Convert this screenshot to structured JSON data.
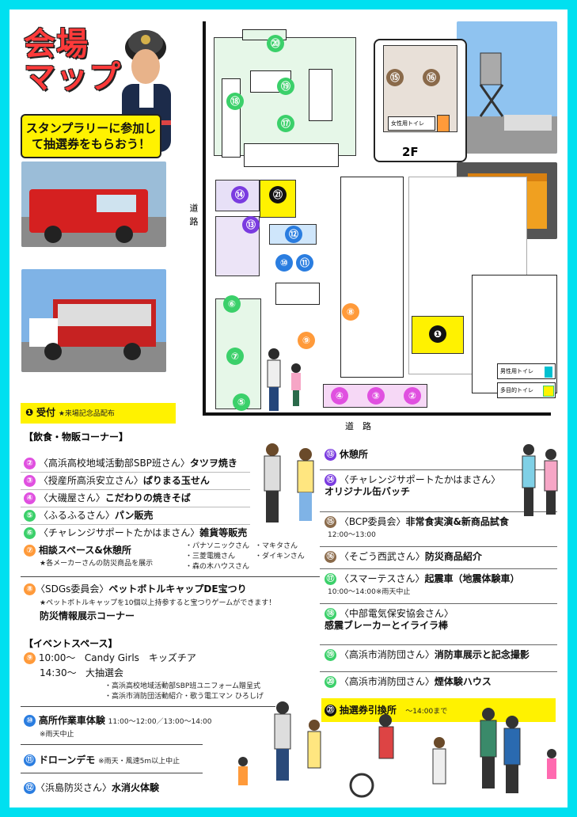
{
  "header": {
    "title_line1": "会場",
    "title_line2": "マップ",
    "banner": "スタンプラリーに参加して抽選券をもらおう！"
  },
  "map": {
    "road_left": "道路",
    "road_bottom": "道　路",
    "floor_label": "2F",
    "toilet_women": "女性用トイレ",
    "toilet_men": "男性用トイレ",
    "toilet_multi": "多目的トイレ",
    "markers": [
      {
        "n": "⑳",
        "color": "#3bd06a"
      },
      {
        "n": "⑲",
        "color": "#3bd06a"
      },
      {
        "n": "⑱",
        "color": "#3bd06a"
      },
      {
        "n": "⑰",
        "color": "#3bd06a"
      },
      {
        "n": "⑯",
        "color": "#8a6a4a"
      },
      {
        "n": "⑮",
        "color": "#8a6a4a"
      },
      {
        "n": "⑭",
        "color": "#7a3be0"
      },
      {
        "n": "㉑",
        "color": "#111"
      },
      {
        "n": "⑬",
        "color": "#7a3be0"
      },
      {
        "n": "⑫",
        "color": "#2a7de0"
      },
      {
        "n": "⑩",
        "color": "#2a7de0"
      },
      {
        "n": "⑪",
        "color": "#2a7de0"
      },
      {
        "n": "⑥",
        "color": "#3bd06a"
      },
      {
        "n": "⑦",
        "color": "#3bd06a"
      },
      {
        "n": "⑤",
        "color": "#3bd06a"
      },
      {
        "n": "⑧",
        "color": "#ff9a3a"
      },
      {
        "n": "⑨",
        "color": "#ff9a3a"
      },
      {
        "n": "④",
        "color": "#e050e0"
      },
      {
        "n": "③",
        "color": "#e050e0"
      },
      {
        "n": "②",
        "color": "#e050e0"
      },
      {
        "n": "❶",
        "color": "#111"
      }
    ]
  },
  "reception": {
    "num": "❶",
    "label": "受付",
    "note": "★来場記念品配布"
  },
  "food": {
    "heading": "【飲食・物販コーナー】",
    "items": [
      {
        "n": "②",
        "color": "#e050e0",
        "text": "〈高浜高校地域活動部SBP班さん〉",
        "bold": "タツヲ焼き"
      },
      {
        "n": "③",
        "color": "#e050e0",
        "text": "〈授産所高浜安立さん〉",
        "bold": "ぱりまる玉せん"
      },
      {
        "n": "④",
        "color": "#e050e0",
        "text": "〈大磯屋さん〉",
        "bold": "こだわりの焼きそば"
      },
      {
        "n": "⑤",
        "color": "#3bd06a",
        "text": "〈ふるふるさん〉",
        "bold": "パン販売"
      },
      {
        "n": "⑥",
        "color": "#3bd06a",
        "text": "〈チャレンジサポートたかはまさん〉",
        "bold": "雑貨等販売"
      }
    ]
  },
  "consult": {
    "n": "⑦",
    "title": "相談スペース&休憩所",
    "note": "★各メーカーさんの防災商品を展示",
    "makers": [
      "・パナソニックさん",
      "・マキタさん",
      "・三菱電機さん",
      "・ダイキンさん",
      "・森の木ハウスさん"
    ]
  },
  "sdgs": {
    "n": "⑧",
    "title": "〈SDGs委員会〉",
    "bold": "ペットボトルキャップDE宝つり",
    "note": "★ペットボトルキャップを10個以上持参すると宝つりゲームができます！",
    "sub": "防災情報展示コーナー"
  },
  "event": {
    "heading": "【イベントスペース】",
    "n": "⑨",
    "line1_time": "10:00〜",
    "line1_text": "Candy Girls　キッズチア",
    "line2_time": "14:30〜",
    "line2_text": "大抽選会",
    "sub1": "・高浜高校地域活動部SBP班ユニフォーム贈呈式",
    "sub2": "・高浜市消防団活動紹介・歌う電工マン ひろしげ"
  },
  "left_items": [
    {
      "n": "⑩",
      "color": "#2a7de0",
      "bold": "高所作業車体験",
      "time": "11:00〜12:00／13:00〜14:00",
      "note": "※雨天中止"
    },
    {
      "n": "⑪",
      "color": "#2a7de0",
      "bold": "ドローンデモ",
      "note": "※雨天・風速5m以上中止"
    },
    {
      "n": "⑫",
      "color": "#2a7de0",
      "text": "〈浜島防災さん〉",
      "bold": "水消火体験"
    }
  ],
  "right_items": [
    {
      "n": "⑬",
      "color": "#7a3be0",
      "bold": "休憩所"
    },
    {
      "n": "⑭",
      "color": "#7a3be0",
      "text": "〈チャレンジサポートたかはまさん〉",
      "bold": "オリジナル缶バッチ"
    },
    {
      "n": "⑮",
      "color": "#8a6a4a",
      "text": "〈BCP委員会〉",
      "bold": "非常食実演&新商品試食",
      "sub": "12:00〜13:00"
    },
    {
      "n": "⑯",
      "color": "#8a6a4a",
      "text": "〈そごう西武さん〉",
      "bold": "防災商品紹介"
    },
    {
      "n": "⑰",
      "color": "#3bd06a",
      "text": "〈スマーテスさん〉",
      "bold": "起震車（地震体験車）",
      "sub": "10:00〜14:00※雨天中止"
    },
    {
      "n": "⑱",
      "color": "#3bd06a",
      "text": "〈中部電気保安協会さん〉",
      "bold": "感震ブレーカーとイライラ棒"
    },
    {
      "n": "⑲",
      "color": "#3bd06a",
      "text": "〈高浜市消防団さん〉",
      "bold": "消防車展示と記念撮影"
    },
    {
      "n": "⑳",
      "color": "#3bd06a",
      "text": "〈高浜市消防団さん〉",
      "bold": "煙体験ハウス"
    }
  ],
  "lottery": {
    "n": "㉑",
    "bold": "抽選券引換所",
    "note": "〜14:00まで"
  }
}
